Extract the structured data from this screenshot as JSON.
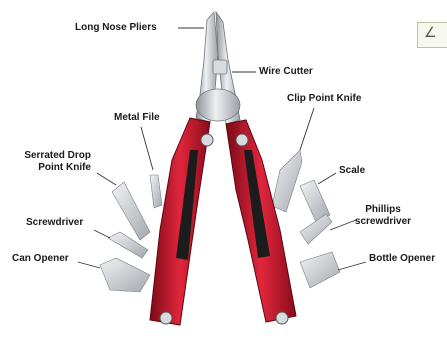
{
  "labels": {
    "long_nose_pliers": "Long Nose Pliers",
    "wire_cutter": "Wire Cutter",
    "metal_file": "Metal File",
    "clip_point_knife": "Clip Point Knife",
    "serrated_drop_point_knife_line1": "Serrated Drop",
    "serrated_drop_point_knife_line2": "Point Knife",
    "scale": "Scale",
    "screwdriver": "Screwdriver",
    "phillips_screwdriver_line1": "Phillips",
    "phillips_screwdriver_line2": "screwdriver",
    "can_opener": "Can Opener",
    "bottle_opener": "Bottle Opener"
  },
  "corner_glyph": "∠",
  "colors": {
    "handle_red": "#c8102e",
    "handle_dark": "#1c1c1c",
    "steel": "#c9ccd0",
    "leader": "#333333"
  }
}
